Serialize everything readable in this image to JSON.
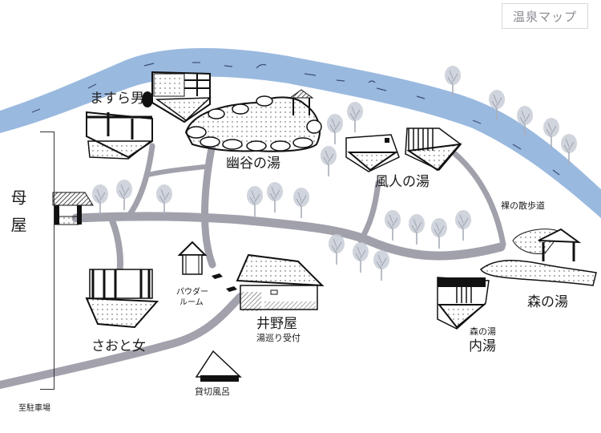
{
  "title": "温泉マップ",
  "colors": {
    "river": "#8fb1dc",
    "river_dash": "#3a4f78",
    "path": "#9d9ca8",
    "ink": "#1c1c1c",
    "tree": "#b9bcc6"
  },
  "main_building": {
    "label": "母屋"
  },
  "spots": [
    {
      "id": "masurao",
      "label": "ますら男",
      "type": "outdoor-bath"
    },
    {
      "id": "yukoku",
      "label": "幽谷の湯",
      "type": "rock-pool-bath"
    },
    {
      "id": "fujin",
      "label": "風人の湯",
      "type": "outdoor-bath"
    },
    {
      "id": "mori",
      "label": "森の湯",
      "type": "rock-pool-bath"
    },
    {
      "id": "mori-uchiyu",
      "label_small": "森の湯",
      "label": "内湯",
      "type": "indoor-bath"
    },
    {
      "id": "inoya",
      "label": "井野屋",
      "sublabel": "湯巡り受付",
      "type": "reception-building"
    },
    {
      "id": "powder-room",
      "label_line1": "パウダー",
      "label_line2": "ルーム",
      "type": "small-building"
    },
    {
      "id": "saotome",
      "label": "さおと女",
      "type": "outdoor-bath"
    },
    {
      "id": "kashikiri",
      "label": "貸切風呂",
      "type": "private-bath"
    }
  ],
  "paths": {
    "naked_trail": "裸の散歩道",
    "to_parking": "至駐車場"
  },
  "river": {
    "icon": "river"
  }
}
